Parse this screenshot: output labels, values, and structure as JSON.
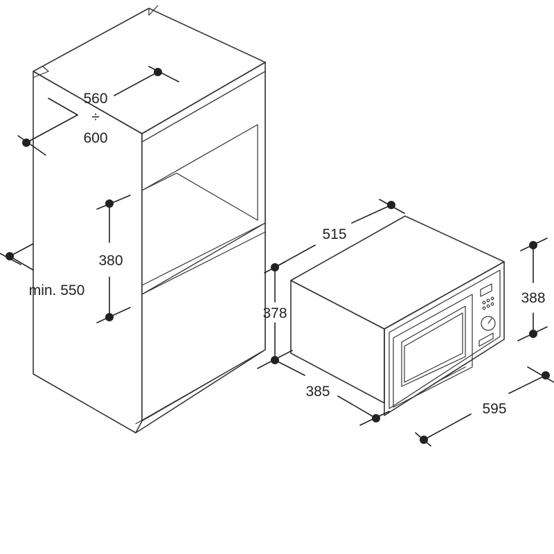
{
  "diagram": {
    "dimensions": {
      "cabinet_width_min": "560",
      "cabinet_width_sep": "÷",
      "cabinet_width_max": "600",
      "cabinet_opening_height": "380",
      "cabinet_depth_min": "min. 550",
      "oven_depth": "515",
      "oven_body_height": "378",
      "oven_frame_height": "388",
      "oven_body_width": "385",
      "oven_frame_width": "595"
    },
    "colors": {
      "line": "#333333",
      "background": "#ffffff"
    }
  }
}
